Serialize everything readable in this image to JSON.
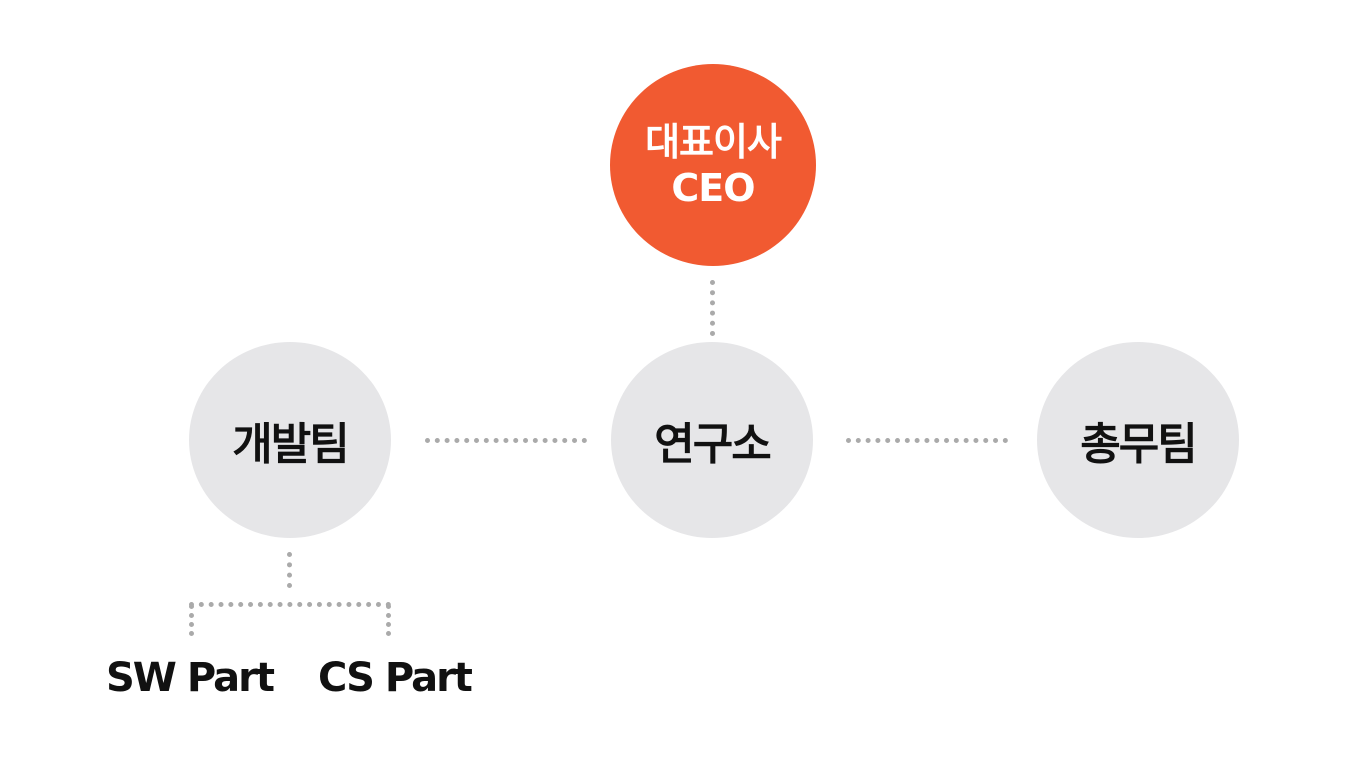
{
  "colors": {
    "ceo_fill": "#f15a31",
    "team_fill": "#e6e6e8",
    "connector": "#aaaaaa"
  },
  "ceo": {
    "title_ko": "대표이사",
    "title_en": "CEO"
  },
  "teams": {
    "development": "개발팀",
    "research": "연구소",
    "administration": "총무팀"
  },
  "parts": {
    "sw": "SW Part",
    "cs": "CS Part"
  }
}
